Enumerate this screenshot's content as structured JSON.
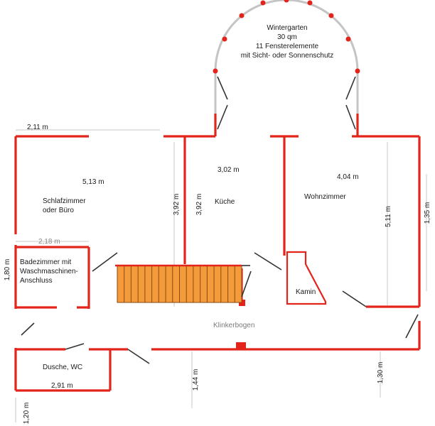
{
  "rooms": {
    "wintergarten": {
      "line1": "Wintergarten",
      "line2": "30 qm",
      "line3": "11 Fensterelemente",
      "line4": "mit Sicht- oder Sonnenschutz"
    },
    "schlafzimmer": {
      "line1": "Schlafzimmer",
      "line2": "oder Büro"
    },
    "kueche": {
      "label": "Küche"
    },
    "wohnzimmer": {
      "label": "Wohnzimmer"
    },
    "bad": {
      "line1": "Badezimmer mit",
      "line2": "Waschmaschinen-",
      "line3": "Anschluss"
    },
    "kamin": {
      "label": "Kamin"
    },
    "klinkerbogen": {
      "label": "Klinkerbogen"
    },
    "dusche": {
      "label": "Dusche, WC"
    }
  },
  "dimensions": {
    "d_2_11": "2,11 m",
    "d_5_13": "5,13 m",
    "d_3_02": "3,02 m",
    "d_4_04": "4,04 m",
    "d_3_92_left": "3,92 m",
    "d_3_92_right": "3,92 m",
    "d_5_11": "5,11 m",
    "d_1_35": "1,35 m",
    "d_2_18": "2,18 m",
    "d_1_80": "1,80 m",
    "d_1_44": "1,44 m",
    "d_1_30": "1,30 m",
    "d_2_91": "2,91 m",
    "d_1_20": "1,20 m"
  },
  "colors": {
    "wall": "#e3241b",
    "stairs_fill": "#f39a3a",
    "stairs_stroke": "#8a4a10",
    "text": "#1a1a1a"
  }
}
